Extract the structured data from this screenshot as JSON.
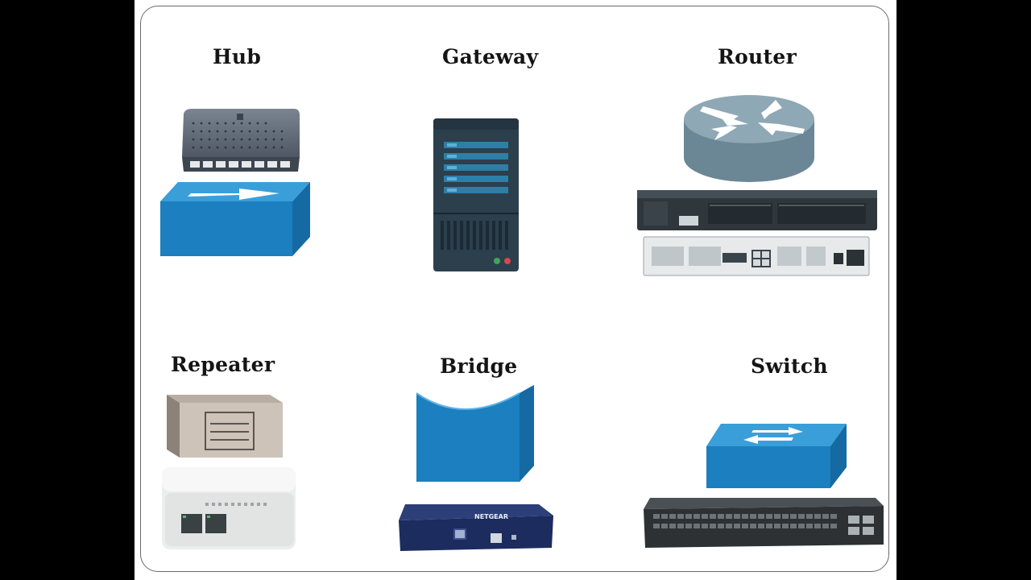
{
  "devices": {
    "hub": {
      "label": "Hub"
    },
    "gateway": {
      "label": "Gateway"
    },
    "router": {
      "label": "Router"
    },
    "repeater": {
      "label": "Repeater"
    },
    "bridge": {
      "label": "Bridge"
    },
    "switch": {
      "label": "Switch"
    }
  },
  "colors": {
    "cisco_blue": "#1b7fc0",
    "cisco_blue_top": "#3a9fd9",
    "router_gray": "#7e9aa8",
    "server_dark": "#2c3f4c",
    "server_stripe": "#2f7ea6"
  }
}
